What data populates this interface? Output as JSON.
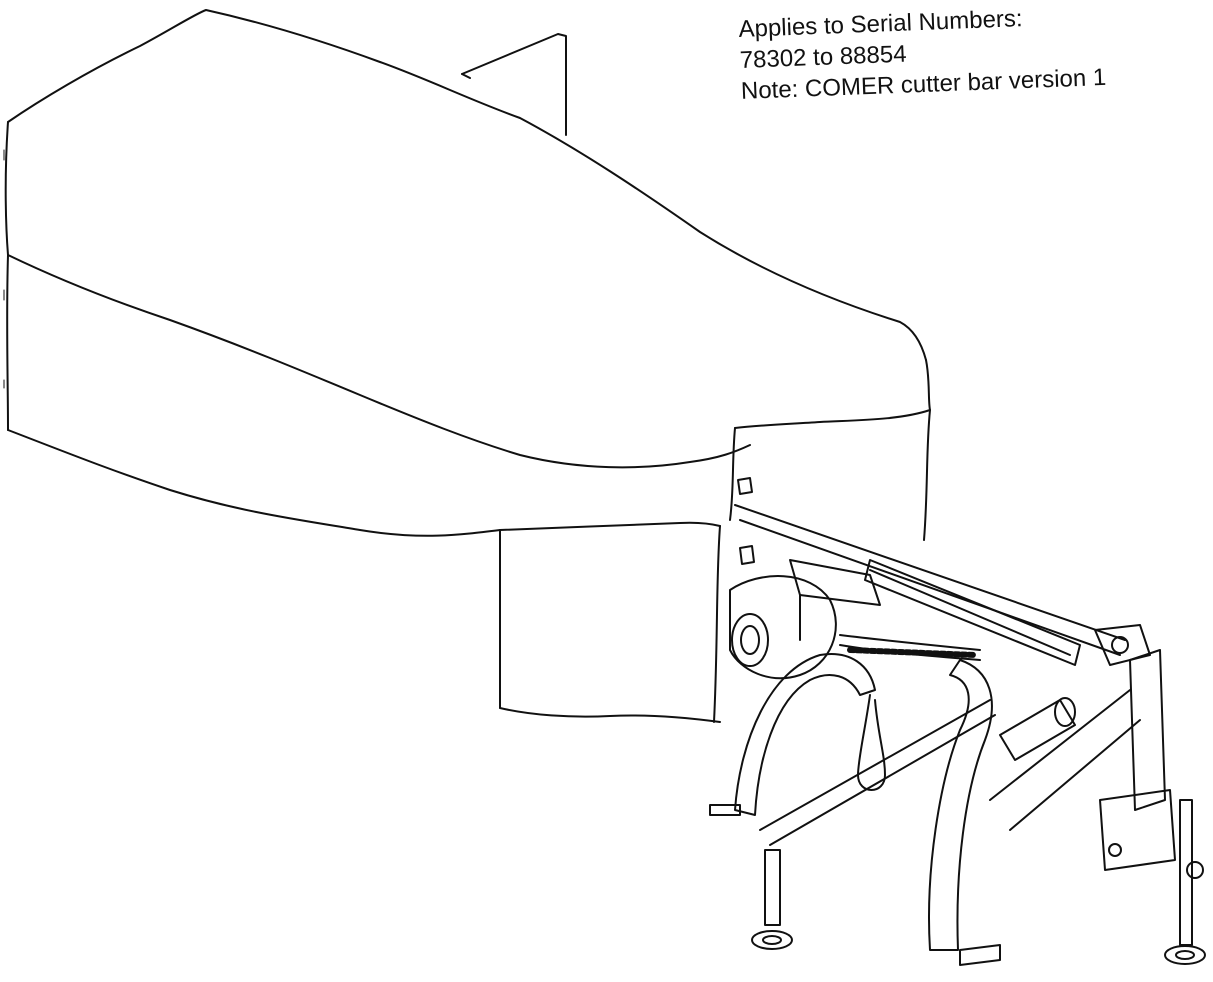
{
  "note": {
    "line1": "Applies to Serial Numbers:",
    "line2": "78302 to 88854",
    "line3": "Note: COMER cutter bar version 1"
  },
  "colors": {
    "ink": "#111111",
    "paper": "#ffffff"
  }
}
